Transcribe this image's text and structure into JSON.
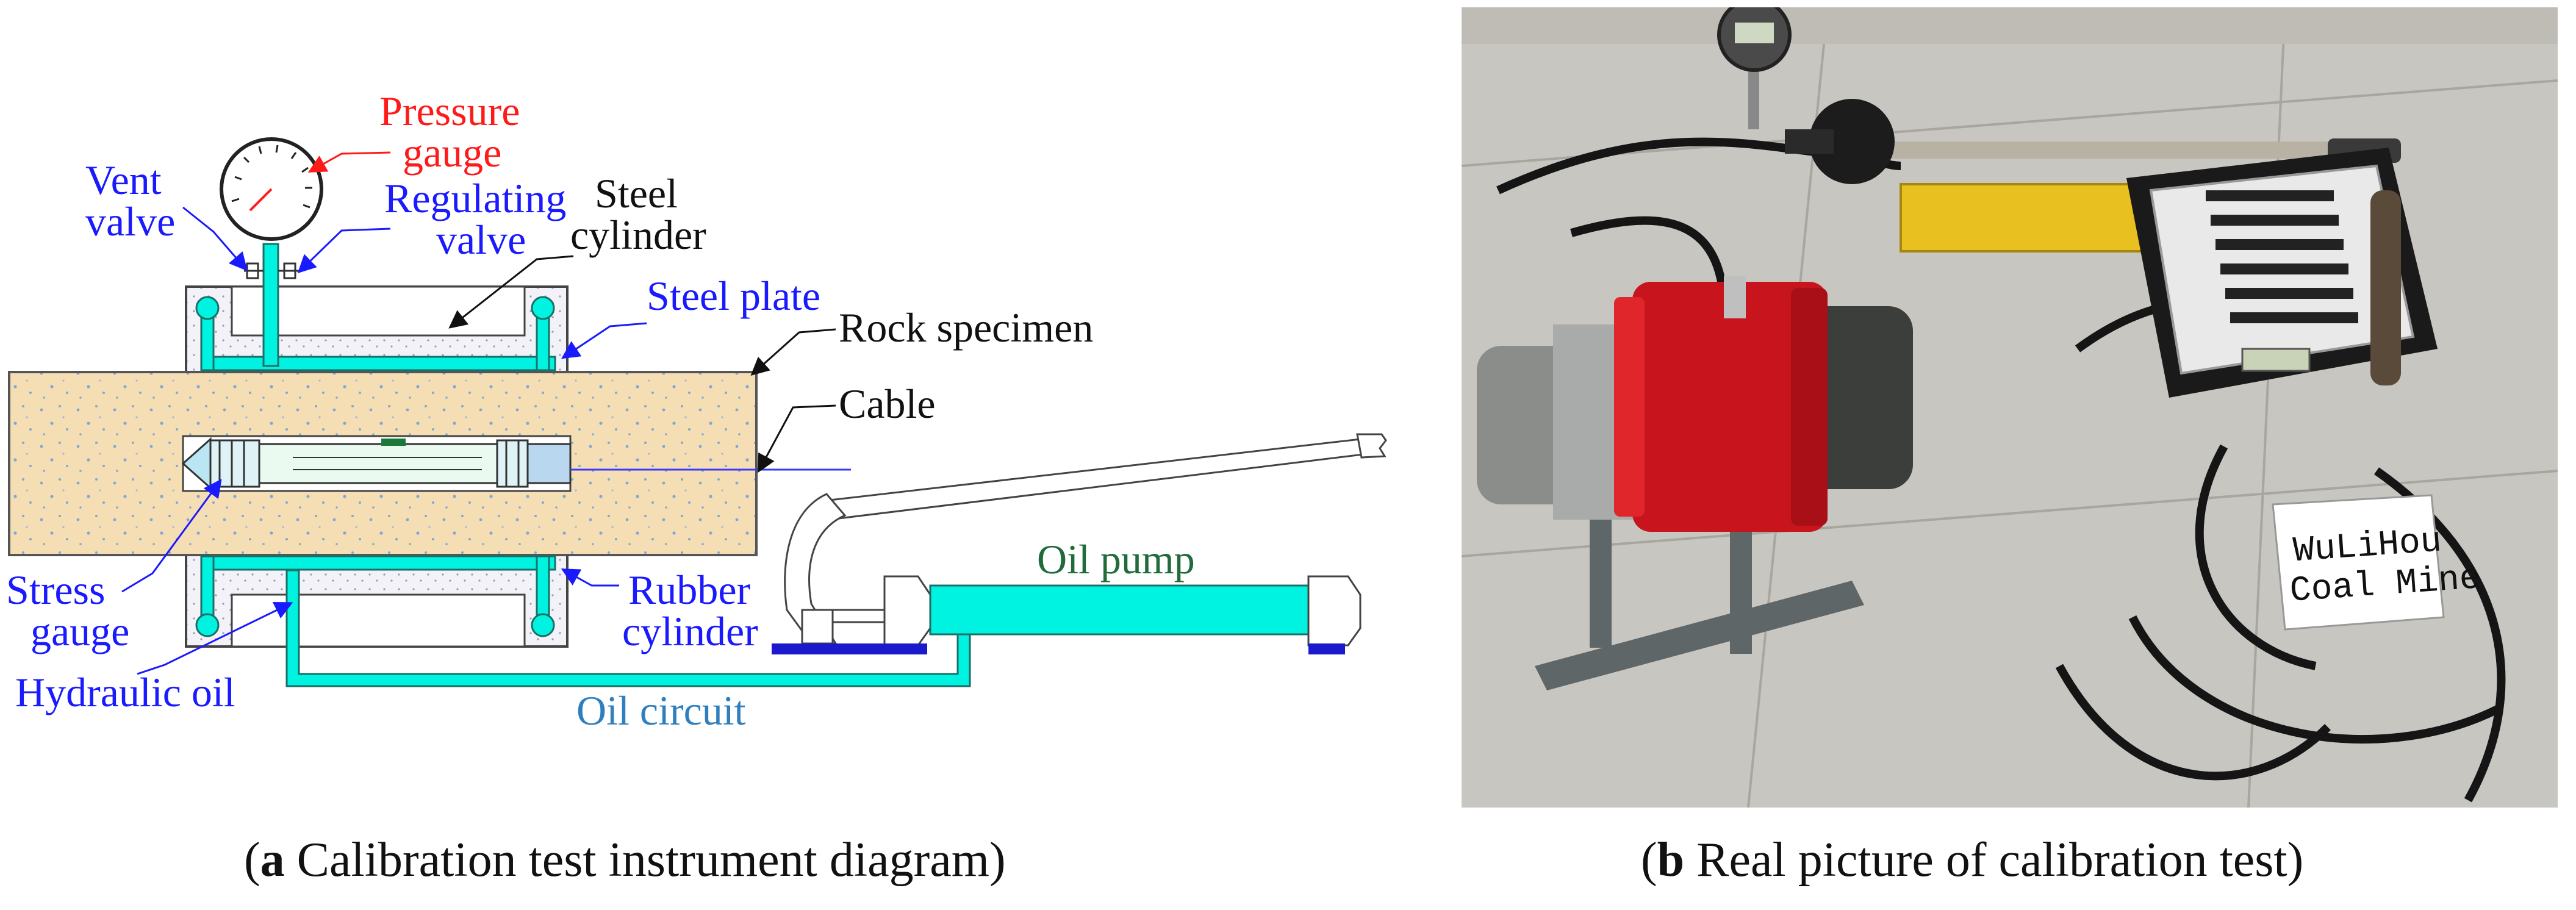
{
  "panel_a": {
    "labels": {
      "pressure_gauge": [
        "Pressure",
        "gauge"
      ],
      "vent_valve": [
        "Vent",
        "valve"
      ],
      "regulating_valve": [
        "Regulating",
        "valve"
      ],
      "steel_cylinder": [
        "Steel",
        "cylinder"
      ],
      "steel_plate": "Steel plate",
      "rock_specimen": "Rock specimen",
      "cable": "Cable",
      "stress_gauge": [
        "Stress",
        "gauge"
      ],
      "rubber_cylinder": [
        "Rubber",
        "cylinder"
      ],
      "hydraulic_oil": "Hydraulic oil",
      "oil_pump": "Oil pump",
      "oil_circuit": "Oil circuit"
    },
    "caption": {
      "letter": "a",
      "text": " Calibration test instrument diagram"
    }
  },
  "panel_b": {
    "sign": [
      "WuLiHou",
      "Coal Mine"
    ],
    "caption": {
      "letter": "b",
      "text": " Real picture of calibration test"
    }
  },
  "colors": {
    "rock": "#f5deb3",
    "oil": "#00f2e0",
    "label_blue": "#1a1aff",
    "label_red": "#ff1a1a",
    "cylinder_red": "#c8141c"
  }
}
